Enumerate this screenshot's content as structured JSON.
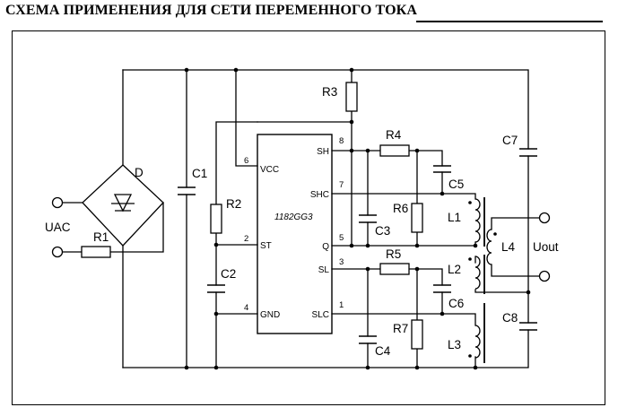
{
  "header": {
    "title": "СХЕМА ПРИМЕНЕНИЯ ДЛЯ СЕТИ ПЕРЕМЕННОГО ТОКА"
  },
  "chip": {
    "name": "1182GG3",
    "pins_left": [
      {
        "number": "6",
        "label": "VCC"
      },
      {
        "number": "2",
        "label": "ST"
      },
      {
        "number": "4",
        "label": "GND"
      }
    ],
    "pins_right": [
      {
        "number": "8",
        "label": "SH"
      },
      {
        "number": "7",
        "label": "SHC"
      },
      {
        "number": "5",
        "label": "Q"
      },
      {
        "number": "3",
        "label": "SL"
      },
      {
        "number": "1",
        "label": "SLC"
      }
    ]
  },
  "components": {
    "bridge": "D",
    "c1": "C1",
    "c2": "C2",
    "c3": "C3",
    "c4": "C4",
    "c5": "C5",
    "c6": "C6",
    "c7": "C7",
    "c8": "C8",
    "r1": "R1",
    "r2": "R2",
    "r3": "R3",
    "r4": "R4",
    "r5": "R5",
    "r6": "R6",
    "r7": "R7",
    "l1": "L1",
    "l2": "L2",
    "l3": "L3",
    "l4": "L4"
  },
  "terminals": {
    "input": "UAC",
    "output": "Uout"
  }
}
